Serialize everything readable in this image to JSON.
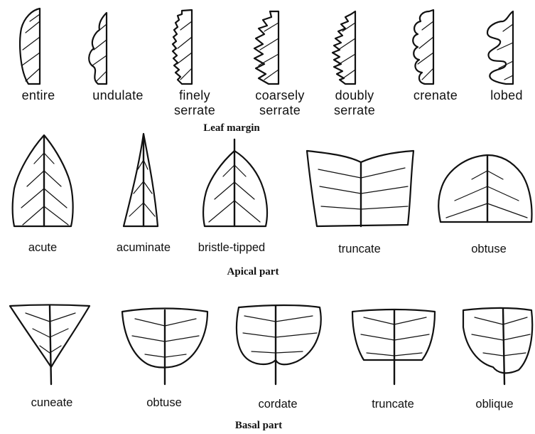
{
  "sections": {
    "margin": {
      "title": "Leaf margin",
      "labels": [
        {
          "line1": "entire",
          "line2": ""
        },
        {
          "line1": "undulate",
          "line2": ""
        },
        {
          "line1": "finely",
          "line2": "serrate"
        },
        {
          "line1": "coarsely",
          "line2": "serrate"
        },
        {
          "line1": "doubly",
          "line2": "serrate"
        },
        {
          "line1": "crenate",
          "line2": ""
        },
        {
          "line1": "lobed",
          "line2": ""
        }
      ]
    },
    "apex": {
      "title": "Apical part",
      "labels": [
        "acute",
        "acuminate",
        "bristle-tipped",
        "truncate",
        "obtuse"
      ]
    },
    "base": {
      "title": "Basal part",
      "labels": [
        "cuneate",
        "obtuse",
        "cordate",
        "truncate",
        "oblique"
      ]
    }
  }
}
